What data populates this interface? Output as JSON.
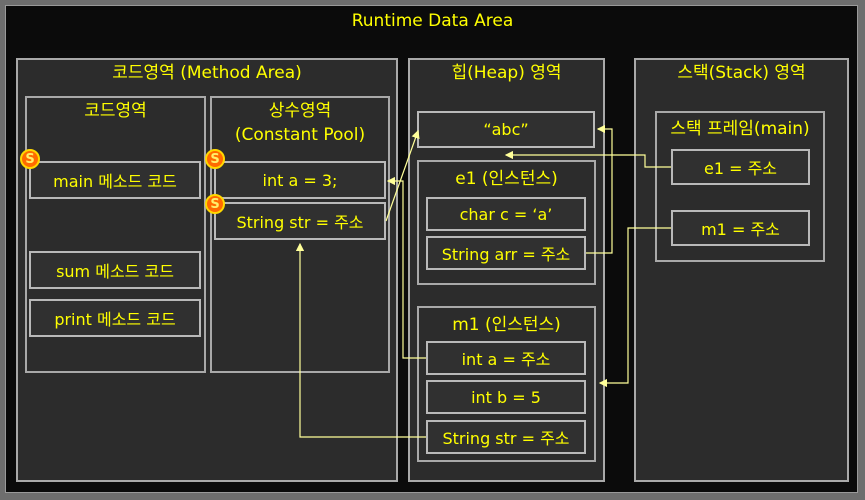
{
  "title": "Runtime Data Area",
  "method_area": {
    "title": "코드영역 (Method Area)",
    "code_area": {
      "title": "코드영역",
      "items": [
        "main 메소드 코드",
        "sum 메소드 코드",
        "print 메소드 코드"
      ]
    },
    "constant_pool": {
      "title_line1": "상수영역",
      "title_line2": "(Constant Pool)",
      "items": [
        "int a = 3;",
        "String str = 주소"
      ]
    },
    "static_badge": "S"
  },
  "heap": {
    "title": "힙(Heap) 영역",
    "abc": "“abc”",
    "e1": {
      "title": "e1 (인스턴스)",
      "fields": [
        "char c = ‘a’",
        "String arr = 주소"
      ]
    },
    "m1": {
      "title": "m1 (인스턴스)",
      "fields": [
        "int a = 주소",
        "int b = 5",
        "String str = 주소"
      ]
    }
  },
  "stack": {
    "title": "스택(Stack) 영역",
    "frame": {
      "title": "스택 프레임(main)",
      "vars": [
        "e1 = 주소",
        "m1 = 주소"
      ]
    }
  },
  "colors": {
    "text": "#ffff00",
    "arrow": "#ffff99",
    "badge_fill": "#ff6a00",
    "background": "#0b0b0b",
    "panel": "#2c2c2c",
    "border": "#a9a9a9"
  }
}
